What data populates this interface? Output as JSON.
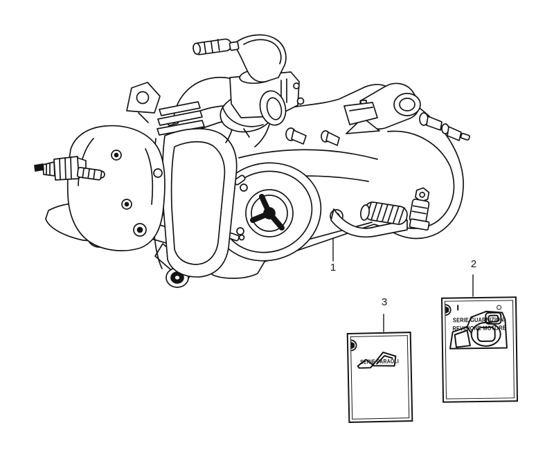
{
  "page": {
    "background_color": "#ffffff",
    "ink_color": "#141414"
  },
  "callouts": {
    "engine": "1",
    "gasket_kit": "2",
    "seal_kit": "3"
  },
  "cards": {
    "gasket_kit": {
      "line1": "SERIE GUARNIZIONI",
      "line2": "REVISIONE MOTORE",
      "fastener_icon": "hex-bolt"
    },
    "seal_kit": {
      "line1": "SERIE PARAOLI",
      "fastener_icon": "hex-bolt"
    }
  }
}
